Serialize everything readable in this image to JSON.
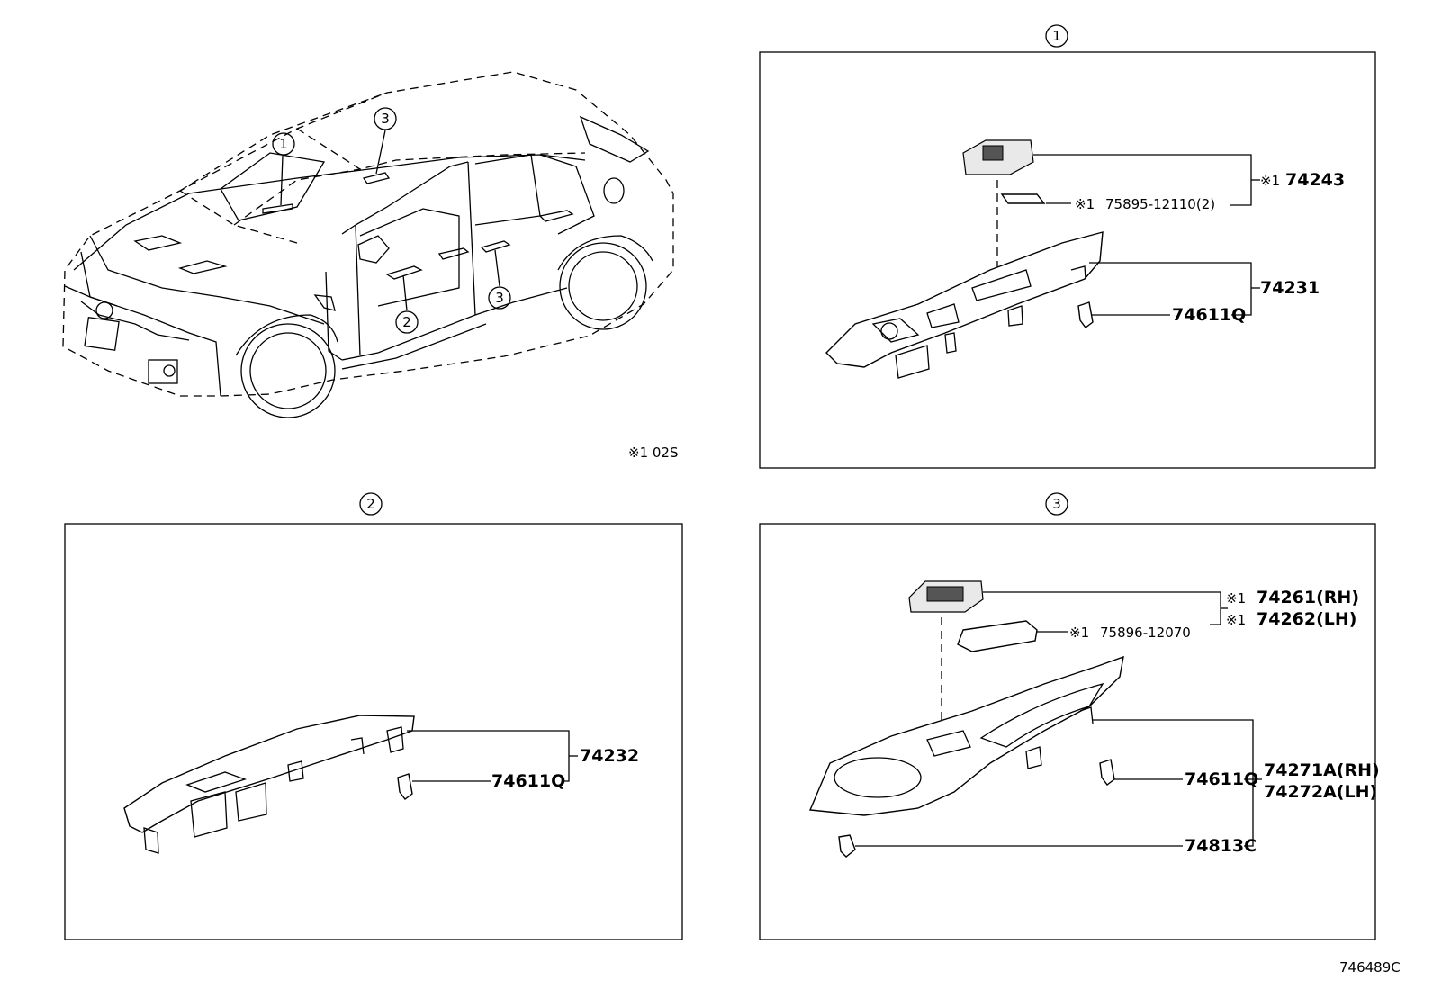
{
  "callouts": {
    "one": "1",
    "two": "2",
    "three": "3"
  },
  "note": "※1 02S",
  "diagram_id": "746489C",
  "panel1": {
    "label_74243": "74243",
    "label_75895": "75895-12110(2)",
    "label_74231": "74231",
    "label_74611Q": "74611Q",
    "mark": "※1"
  },
  "panel2": {
    "label_74232": "74232",
    "label_74611Q": "74611Q"
  },
  "panel3": {
    "label_74261": "74261(RH)",
    "label_74262": "74262(LH)",
    "label_75896": "75896-12070",
    "label_74611Q": "74611Q",
    "label_74271A": "74271A(RH)",
    "label_74272A": "74272A(LH)",
    "label_74813C": "74813C",
    "mark": "※1"
  }
}
